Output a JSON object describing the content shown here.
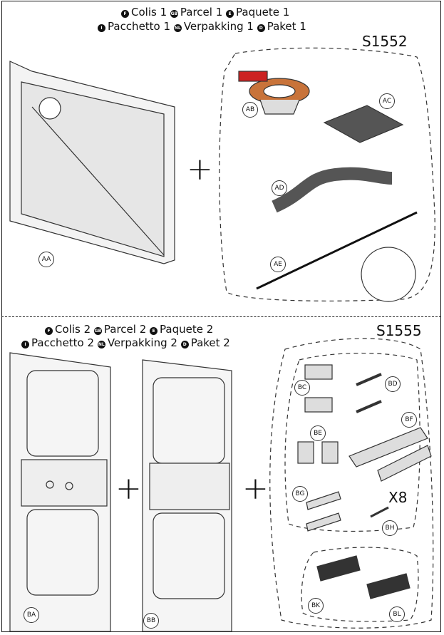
{
  "parcel1": {
    "line1": [
      {
        "flag": "F",
        "text": "Colis 1"
      },
      {
        "flag": "GB",
        "text": "Parcel 1"
      },
      {
        "flag": "E",
        "text": "Paquete 1"
      }
    ],
    "line2": [
      {
        "flag": "I",
        "text": "Pacchetto 1"
      },
      {
        "flag": "NL",
        "text": "Verpakking 1"
      },
      {
        "flag": "D",
        "text": "Paket 1"
      }
    ],
    "code": "S1552",
    "labels": {
      "AA": "AA",
      "AB": "AB",
      "AC": "AC",
      "AD": "AD",
      "AE": "AE"
    },
    "plus": "+"
  },
  "parcel2": {
    "line1": [
      {
        "flag": "F",
        "text": "Colis 2"
      },
      {
        "flag": "GB",
        "text": "Parcel 2"
      },
      {
        "flag": "E",
        "text": "Paquete 2"
      }
    ],
    "line2": [
      {
        "flag": "I",
        "text": "Pacchetto 2"
      },
      {
        "flag": "NL",
        "text": "Verpakking 2"
      },
      {
        "flag": "D",
        "text": "Paket 2"
      }
    ],
    "code": "S1555",
    "labels": {
      "BA": "BA",
      "BB": "BB",
      "BC": "BC",
      "BD": "BD",
      "BE": "BE",
      "BF": "BF",
      "BG": "BG",
      "BH": "BH",
      "BK": "BK",
      "BL": "BL"
    },
    "quantity": "X8",
    "plus": "+"
  }
}
